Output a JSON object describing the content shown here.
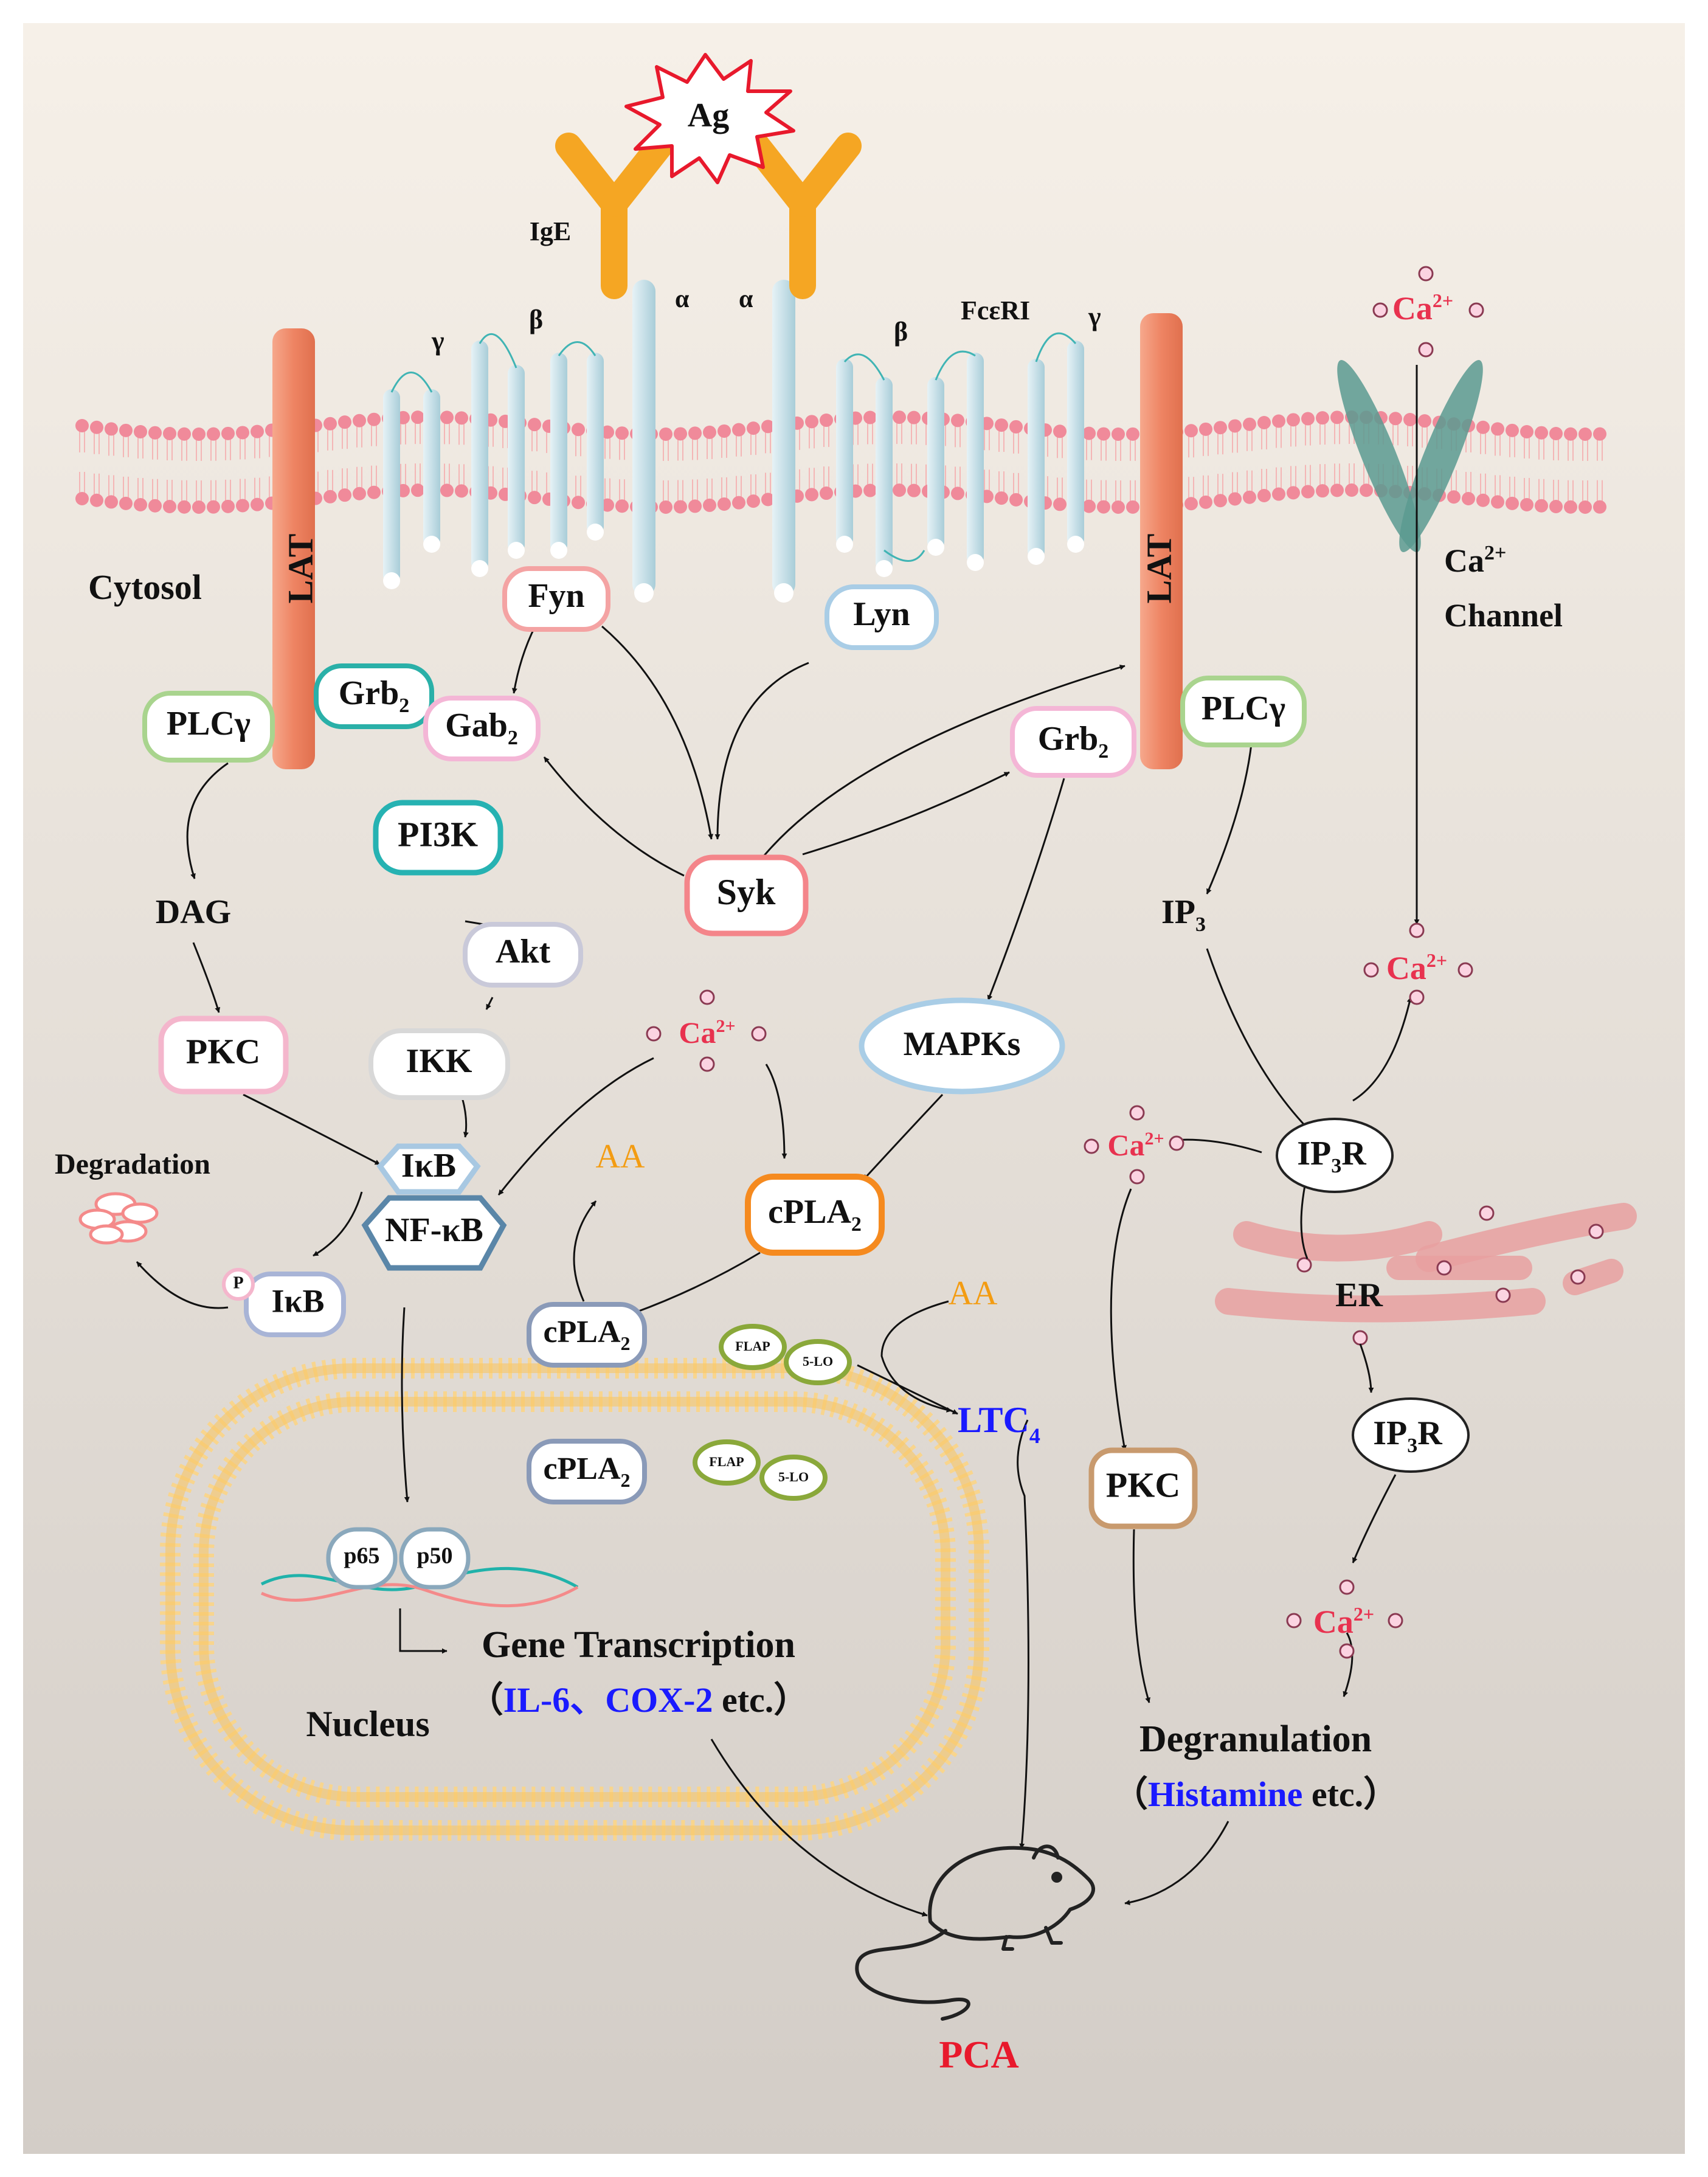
{
  "colors": {
    "background_top": "#f6f0e8",
    "background_bottom": "#d3cdc7",
    "membrane": "#f08a9a",
    "lat": "#f0886a",
    "receptor": "#c9e2ea",
    "ige": "#f5a623",
    "ca": "#e8324f",
    "blue_text": "#1a1aff",
    "red_text": "#e8192c",
    "orange_text": "#f39c12",
    "nucleus": "#f7c76a",
    "er": "#e8a0a0"
  },
  "labels": {
    "ag": "Ag",
    "ige": "IgE",
    "alpha_left": "α",
    "alpha_right": "α",
    "beta_left": "β",
    "beta_right": "β",
    "gamma_left": "γ",
    "gamma_right": "γ",
    "fceri": "FcεRI",
    "cytosol": "Cytosol",
    "lat_left": "LAT",
    "lat_right": "LAT",
    "ca_channel_1": "Ca",
    "ca_channel_sup": "2+",
    "ca_channel_2": "Channel",
    "degradation": "Degradation",
    "nucleus": "Nucleus",
    "gene_transcription": "Gene Transcription",
    "gt_open": "（",
    "il6": "IL-6、",
    "cox2": "COX-2",
    "gt_close": " etc.）",
    "degranulation": "Degranulation",
    "dg_open": "（",
    "histamine": "Histamine",
    "dg_close": " etc.）",
    "pca": "PCA",
    "er": "ER",
    "dag": "DAG",
    "ip3_main": "IP",
    "ip3_sub": "3",
    "aa_1": "AA",
    "aa_2": "AA",
    "ltc4_main": "LTC",
    "ltc4_sub": "4",
    "p_badge": "P"
  },
  "ca_labels": {
    "main": "Ca",
    "sup": "2+"
  },
  "nodes": {
    "fyn": "Fyn",
    "lyn": "Lyn",
    "grb2_left": "Grb",
    "gab2": "Gab",
    "plcg_left": "PLCγ",
    "pi3k": "PI3K",
    "akt": "Akt",
    "ikk": "IKK",
    "pkc_left": "PKC",
    "ikb": "IκB",
    "nfkb": "NF-κB",
    "ikb_p": "IκB",
    "syk": "Syk",
    "grb2_right": "Grb",
    "plcg_right": "PLCγ",
    "mapks": "MAPKs",
    "cpla2_orange": "cPLA",
    "cpla2_1": "cPLA",
    "cpla2_2": "cPLA",
    "flap_1": "FLAP",
    "lo5_1": "5-LO",
    "flap_2": "FLAP",
    "lo5_2": "5-LO",
    "p65": "p65",
    "p50": "p50",
    "ip3r_1": "IP",
    "ip3r_2": "IP",
    "ip3r_suffix": "R",
    "pkc_right": "PKC",
    "sub2": "2"
  }
}
